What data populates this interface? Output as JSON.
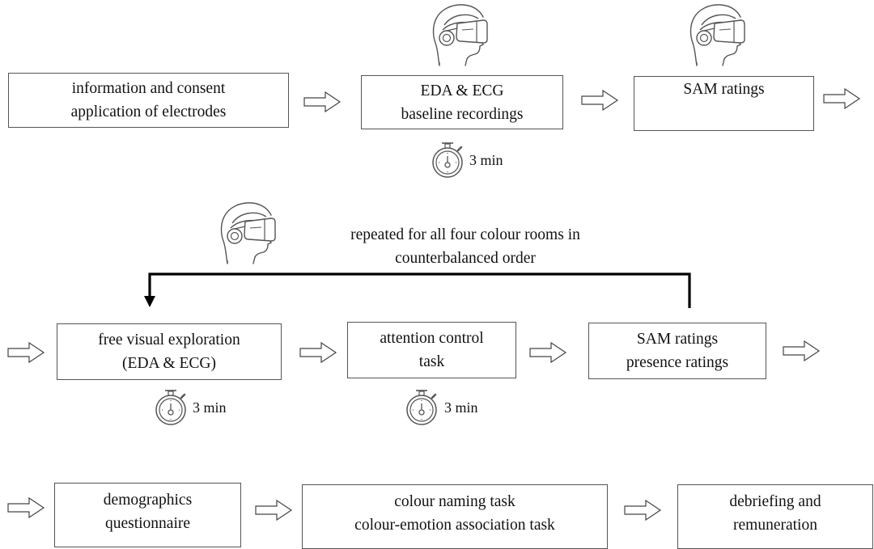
{
  "row1": {
    "box1": {
      "line1": "information and consent",
      "line2": "application of electrodes"
    },
    "box2": {
      "line1": "EDA & ECG",
      "line2": "baseline recordings"
    },
    "box3": {
      "line1": "SAM ratings"
    },
    "timer_label": "3 min"
  },
  "loop": {
    "caption_line1": "repeated for all four colour rooms in",
    "caption_line2": "counterbalanced order"
  },
  "row2": {
    "box1": {
      "line1": "free visual exploration",
      "line2": "(EDA & ECG)"
    },
    "box2": {
      "line1": "attention control",
      "line2": "task"
    },
    "box3": {
      "line1": "SAM ratings",
      "line2": "presence ratings"
    },
    "timer1_label": "3 min",
    "timer2_label": "3 min"
  },
  "row3": {
    "box1": {
      "line1": "demographics",
      "line2": "questionnaire"
    },
    "box2": {
      "line1": "colour naming task",
      "line2": "colour-emotion association task"
    },
    "box3": {
      "line1": "debriefing and",
      "line2": "remuneration"
    }
  },
  "icons": {
    "vr_headset": "vr-headset-head-icon",
    "stopwatch": "stopwatch-icon",
    "arrow": "hollow-right-arrow"
  }
}
